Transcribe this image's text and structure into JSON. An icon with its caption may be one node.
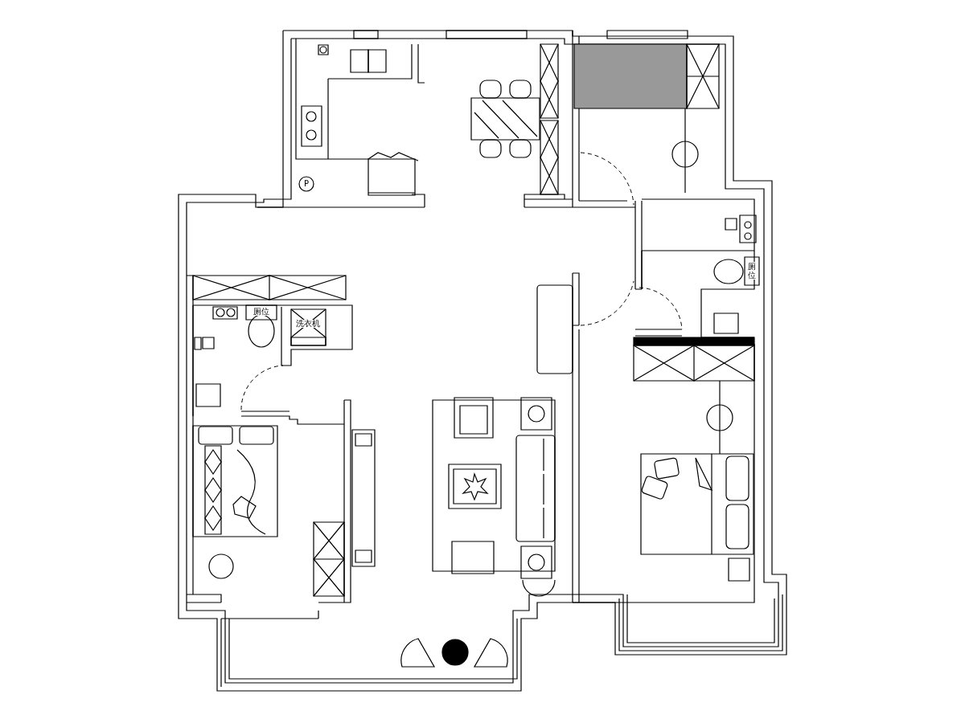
{
  "diagram": {
    "labels": [
      "P",
      "厕位",
      "洗衣机",
      "厕位"
    ]
  }
}
